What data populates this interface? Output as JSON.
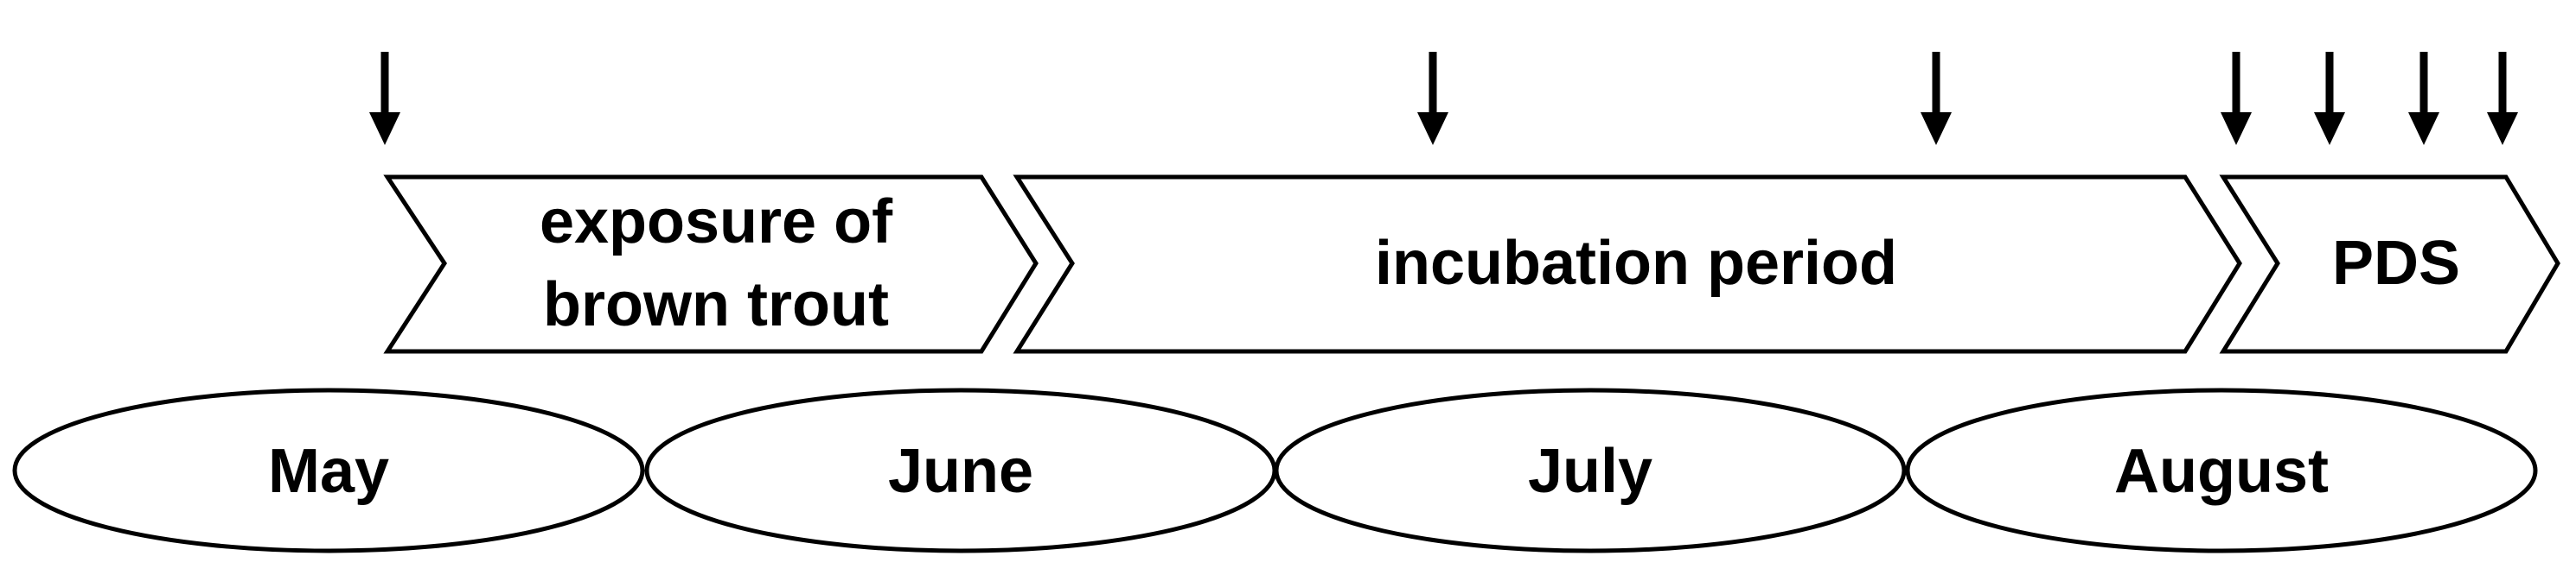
{
  "phases": [
    {
      "id": "exposure",
      "lines": [
        "exposure of",
        "brown trout"
      ]
    },
    {
      "id": "incubation",
      "lines": [
        "incubation period"
      ]
    },
    {
      "id": "pds",
      "lines": [
        "PDS"
      ]
    }
  ],
  "months": [
    "May",
    "June",
    "July",
    "August"
  ],
  "sampling_arrows": 7,
  "colors": {
    "stroke": "#000000",
    "fill": "#ffffff",
    "text": "#000000"
  }
}
